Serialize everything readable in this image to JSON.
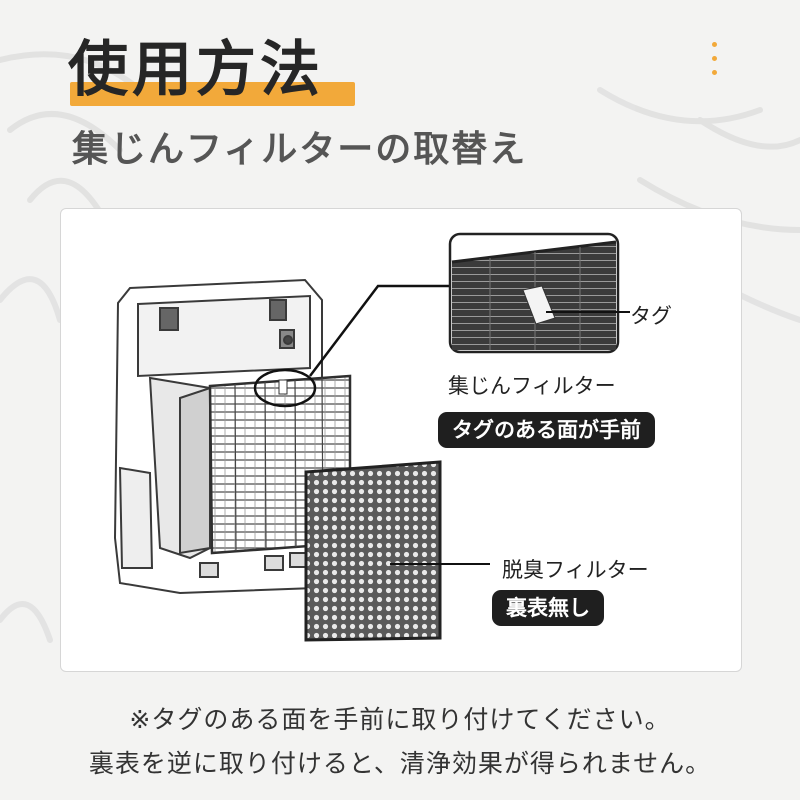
{
  "header": {
    "title": "使用方法",
    "subtitle": "集じんフィルターの取替え",
    "accent_color": "#f2a93a",
    "menu_icon": "vertical-dots-icon"
  },
  "diagram": {
    "tag_label": "タグ",
    "dust_filter_label": "集じんフィルター",
    "dust_filter_note": "タグのある面が手前",
    "deodorizing_filter_label": "脱臭フィルター",
    "deodorizing_filter_note": "裏表無し"
  },
  "notes": {
    "line1": "※タグのある面を手前に取り付けてください。",
    "line2": "裏表を逆に取り付けると、清浄効果が得られません。"
  }
}
